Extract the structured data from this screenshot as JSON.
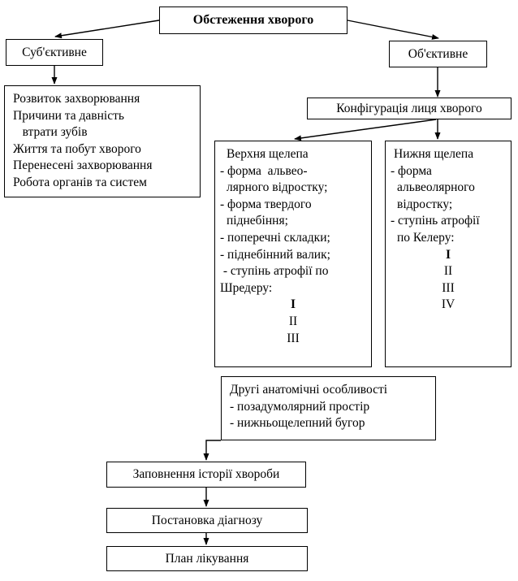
{
  "diagram": {
    "title_box": {
      "label": "Обстеження хворого"
    },
    "branch_left": {
      "label": "Суб'єктивне"
    },
    "branch_right": {
      "label": "Об'єктивне"
    },
    "subjective_list": {
      "lines": [
        "Розвиток захворювання",
        "Причини та давність",
        "   втрати зубів",
        "Життя та побут хворого",
        "Перенесені захворювання",
        "Робота органів та систем"
      ]
    },
    "face_config": {
      "label": "Конфігурація лиця хворого"
    },
    "upper_jaw": {
      "heading": "Верхня щелепа",
      "lines": [
        "- форма  альвео-",
        "лярного відростку;",
        "- форма твердого",
        "піднебіння;",
        "- поперечні складки;",
        "- піднебінний валик;",
        " - ступінь атрофії по",
        "Шредеру:"
      ],
      "degrees": [
        "I",
        "II",
        "III"
      ],
      "degree_bold_index": 0
    },
    "lower_jaw": {
      "heading": "Нижня щелепа",
      "lines": [
        "- форма",
        "альвеолярного",
        "відростку;",
        "- ступінь атрофії",
        "по Келеру:"
      ],
      "degrees": [
        "I",
        "II",
        "III",
        "IV"
      ],
      "degree_bold_index": 0
    },
    "other_features": {
      "heading": "Другі анатомічні особливості",
      "lines": [
        "- позадумолярний простір",
        "- нижньощелепний бугор"
      ]
    },
    "history_box": {
      "label": "Заповнення історії хвороби"
    },
    "diagnosis_box": {
      "label": "Постановка діагнозу"
    },
    "plan_box": {
      "label": "План лікування"
    },
    "colors": {
      "line": "#000000",
      "text": "#000000",
      "background": "#ffffff"
    }
  }
}
